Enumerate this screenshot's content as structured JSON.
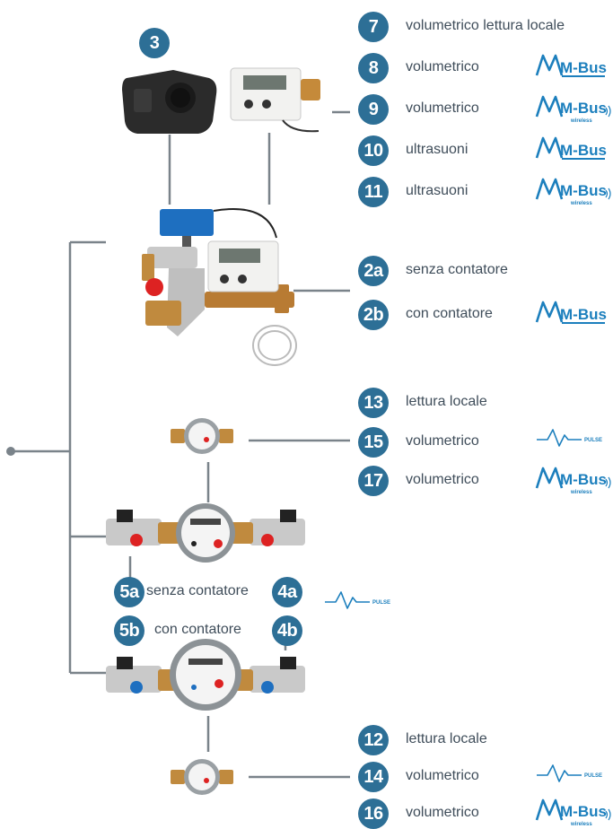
{
  "colors": {
    "badge": "#2d6f96",
    "line": "#7a838a",
    "logo": "#1c7fbd",
    "text": "#3f4d5a"
  },
  "badges": {
    "b3": "3",
    "b7": "7",
    "b8": "8",
    "b9": "9",
    "b10": "10",
    "b11": "11",
    "b2a": "2a",
    "b2b": "2b",
    "b13": "13",
    "b15": "15",
    "b17": "17",
    "b5a": "5a",
    "b4a": "4a",
    "b5b": "5b",
    "b4b": "4b",
    "b12": "12",
    "b14": "14",
    "b16": "16"
  },
  "labels": {
    "l7": "volumetrico lettura locale",
    "l8": "volumetrico",
    "l9": "volumetrico",
    "l10": "ultrasuoni",
    "l11": "ultrasuoni",
    "l2a": "senza contatore",
    "l2b": "con contatore",
    "l13": "lettura locale",
    "l15": "volumetrico",
    "l17": "volumetrico",
    "l5a": "senza contatore",
    "l5b": "con contatore",
    "l12": "lettura locale",
    "l14": "volumetrico",
    "l16": "volumetrico"
  },
  "logos": {
    "mbus": "M-Bus",
    "wireless": "wireless",
    "pulse": "PULSE"
  }
}
